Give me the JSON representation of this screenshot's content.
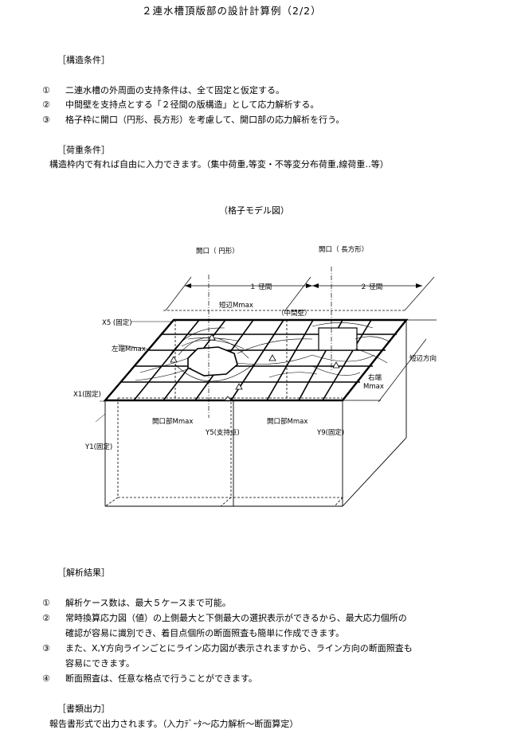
{
  "title": "２連水槽頂版部の設計計算例（2/2）",
  "structure": {
    "heading": "［構造条件］",
    "items": [
      {
        "num": "①",
        "text": "二連水槽の外周面の支持条件は、全て固定と仮定する。"
      },
      {
        "num": "②",
        "text": "中間壁を支持点とする「２径間の版構造」として応力解析する。"
      },
      {
        "num": "③",
        "text": "格子枠に開口（円形、長方形）を考慮して、開口部の応力解析を行う。"
      }
    ]
  },
  "load": {
    "heading": "［荷重条件］",
    "text": "構造枠内で有れば自由に入力できます。（集中荷重,等変・不等変分布荷重,線荷重‥等）"
  },
  "figure": {
    "caption": "（格子モデル図）",
    "labels": {
      "opening_circle": "開口（ 円形）",
      "opening_rect": "開口（ 長方形）",
      "span1": "１ 径間",
      "span2": "２ 径間",
      "short_edge_max": "短辺Mmax",
      "middle_wall": "（中間壁）",
      "x5": "X5 (固定)",
      "left_edge_max": "左端Mmax",
      "short_dir": "短辺方向",
      "right_edge_max_1": "右端",
      "right_edge_max_2": "Mmax",
      "x1": "X1(固定)",
      "opening_mmax_left": "開口部Mmax",
      "opening_mmax_right": "開口部Mmax",
      "y5": "Y5(支持点)",
      "y9": "Y9(固定)",
      "y1": "Y1(固定)"
    }
  },
  "results": {
    "heading": "［解析結果］",
    "items": [
      {
        "num": "①",
        "lines": [
          "解析ケース数は、最大５ケースまで可能。"
        ]
      },
      {
        "num": "②",
        "lines": [
          "常時換算応力図（値）の上側最大と下側最大の選択表示ができるから、最大応力個所の",
          "確認が容易に識別でき、着目点個所の断面照査も簡単に作成できます。"
        ]
      },
      {
        "num": "③",
        "lines": [
          "また、X,Y方向ラインごとにライン応力図が表示されますから、ライン方向の断面照査も",
          "容易にできます。"
        ]
      },
      {
        "num": "④",
        "lines": [
          "断面照査は、任意な格点で行うことができます。"
        ]
      }
    ]
  },
  "output": {
    "heading": "［書類出力］",
    "text": "報告書形式で出力されます。（入力ﾃﾞｰﾀ～応力解析～断面算定）"
  }
}
